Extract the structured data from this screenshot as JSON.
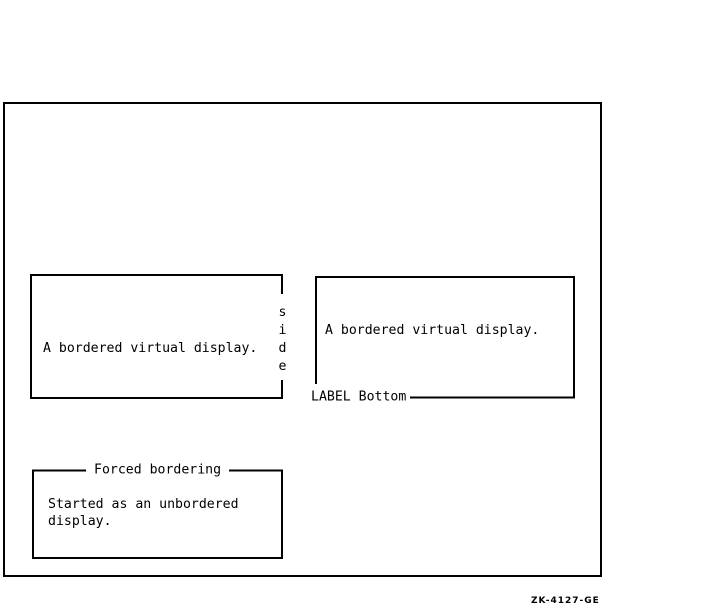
{
  "figure": {
    "caption": "ZK-4127-GE"
  },
  "displays": {
    "side_labeled": {
      "content": "A bordered virtual display.",
      "label": "side"
    },
    "bottom_labeled": {
      "content": "A bordered virtual display.",
      "label": "LABEL Bottom"
    },
    "forced": {
      "label": "Forced bordering",
      "content_line1": "Started as an unbordered",
      "content_line2": "display."
    }
  }
}
